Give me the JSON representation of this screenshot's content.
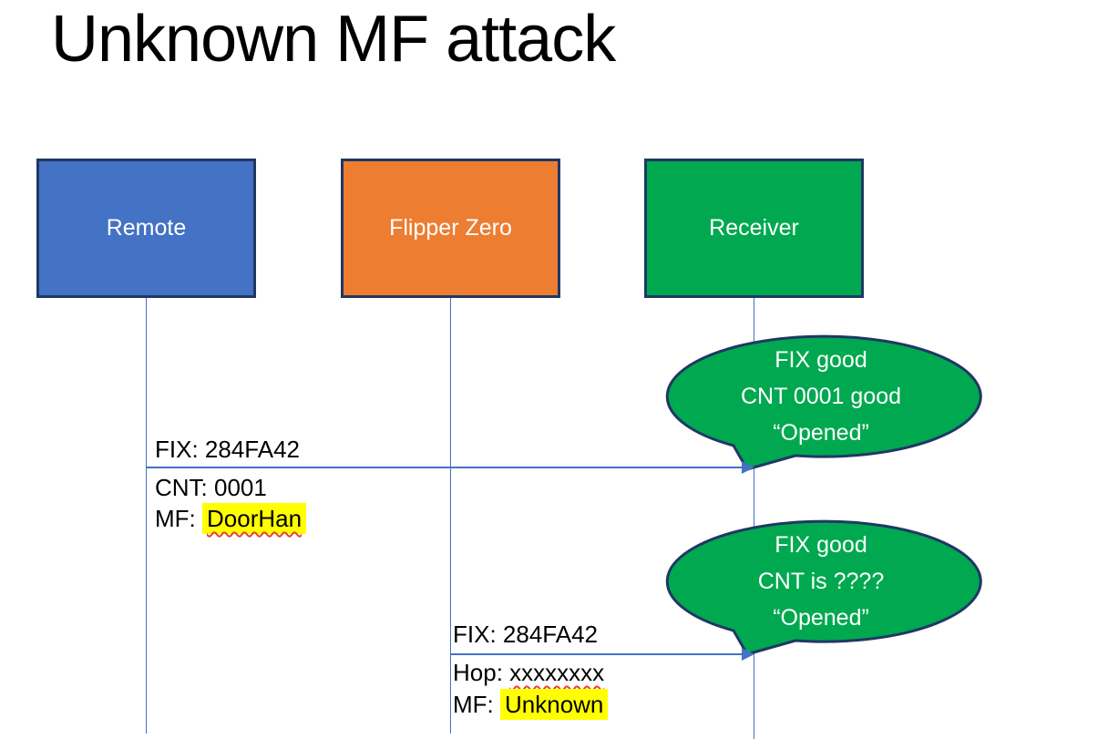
{
  "slide": {
    "title": "Unknown MF attack"
  },
  "actors": [
    {
      "label": "Remote",
      "fill": "#4472C4"
    },
    {
      "label": "Flipper Zero",
      "fill": "#ED7D31"
    },
    {
      "label": "Receiver",
      "fill": "#00A950"
    }
  ],
  "messages": [
    {
      "from": "Remote",
      "to": "Receiver",
      "above_line": "FIX: 284FA42",
      "below_line1": "CNT: 0001",
      "below_line2_prefix": "MF: ",
      "below_line2_value": "DoorHan"
    },
    {
      "from": "Flipper Zero",
      "to": "Receiver",
      "above_line": "FIX: 284FA42",
      "below_line1_prefix": "Hop: ",
      "below_line1_value": "xxxxxxxx",
      "below_line2_prefix": "MF: ",
      "below_line2_value": "Unknown"
    }
  ],
  "callouts": [
    {
      "attached_to": "Receiver",
      "lines": [
        "FIX good",
        "CNT 0001 good",
        "“Opened”"
      ]
    },
    {
      "attached_to": "Receiver",
      "lines": [
        "FIX good",
        "CNT is ????",
        "“Opened”"
      ]
    }
  ],
  "colors": {
    "remote_fill": "#4472C4",
    "flipper_fill": "#ED7D31",
    "receiver_fill": "#00A950",
    "shape_border": "#1F3864",
    "connector": "#4472C4",
    "highlight": "#FFFF00",
    "squiggle": "#E8432E",
    "bubble_fill": "#00A950",
    "text_on_fill": "#FFFFFF"
  }
}
